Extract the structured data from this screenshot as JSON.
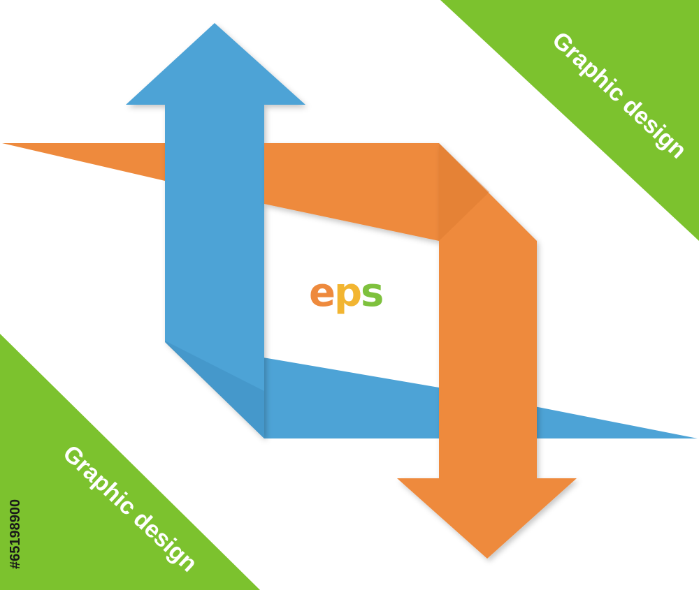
{
  "corner_top_right": {
    "label": "Graphic design"
  },
  "corner_bottom_left": {
    "label": "Graphic design"
  },
  "center_logo": {
    "letters": [
      {
        "char": "e",
        "color": "#EE8A3D"
      },
      {
        "char": "p",
        "color": "#F2B531"
      },
      {
        "char": "s",
        "color": "#7EC13D"
      }
    ]
  },
  "stock_id": "#65198900",
  "colors": {
    "green": "#7CC22E",
    "blue": "#4DA3D6",
    "blue_dark": "#3F8FC2",
    "orange": "#EE8A3D",
    "orange_dark": "#D9772E",
    "background": "#FFFFFF"
  },
  "icons": [
    "up-arrow-icon",
    "down-arrow-icon"
  ]
}
